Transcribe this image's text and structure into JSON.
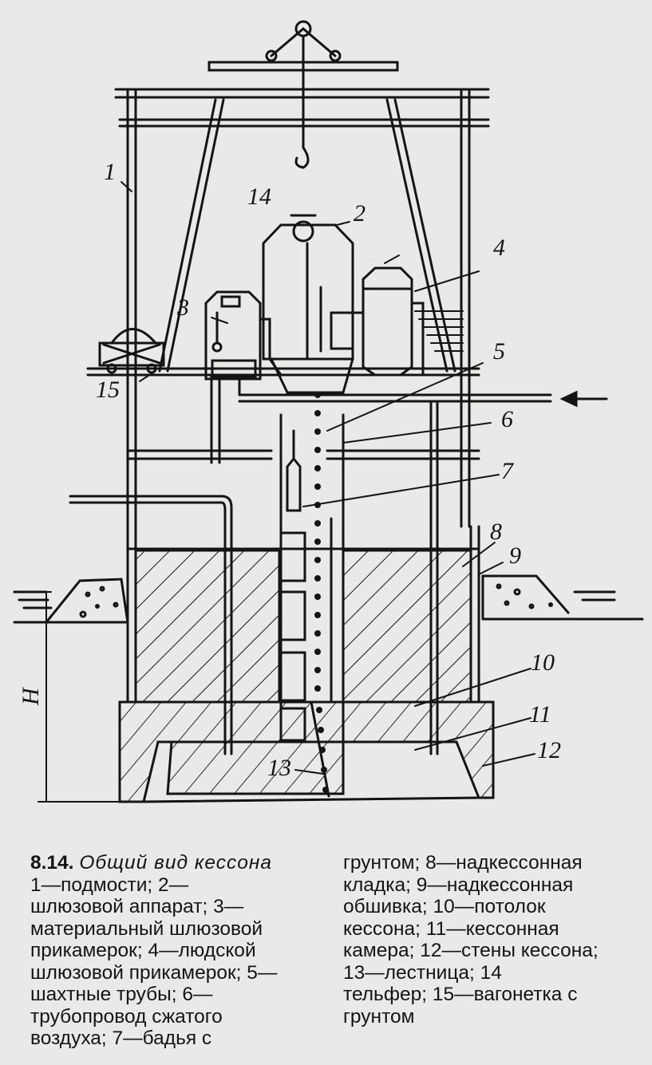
{
  "diagram": {
    "labels": {
      "l1": "1",
      "l2": "2",
      "l3": "3",
      "l4": "4",
      "l5": "5",
      "l6": "6",
      "l7": "7",
      "l8": "8",
      "l9": "9",
      "l10": "10",
      "l11": "11",
      "l12": "12",
      "l13": "13",
      "l14": "14",
      "l15": "15",
      "depth": "H"
    }
  },
  "caption": {
    "figure_number": "8.14.",
    "figure_title": "Общий вид кессона",
    "left_lines": [
      "1—подмости; 2—",
      "шлюзовой аппарат; 3—",
      "материальный шлюзовой",
      "прикамерок; 4—людской",
      "шлюзовой прикамерок; 5—",
      "шахтные трубы; 6—",
      "трубопровод сжатого",
      "воздуха; 7—бадья с"
    ],
    "right_lines": [
      "грунтом; 8—надкессонная",
      "кладка; 9—надкессонная",
      "обшивка; 10—потолок",
      "кессона; 11—кессонная",
      "камера; 12—стены кессона;",
      "13—лестница; 14",
      "тельфер; 15—вагонетка с",
      "грунтом"
    ]
  },
  "colors": {
    "ink": "#141414",
    "paper": "#e9e9e7"
  }
}
